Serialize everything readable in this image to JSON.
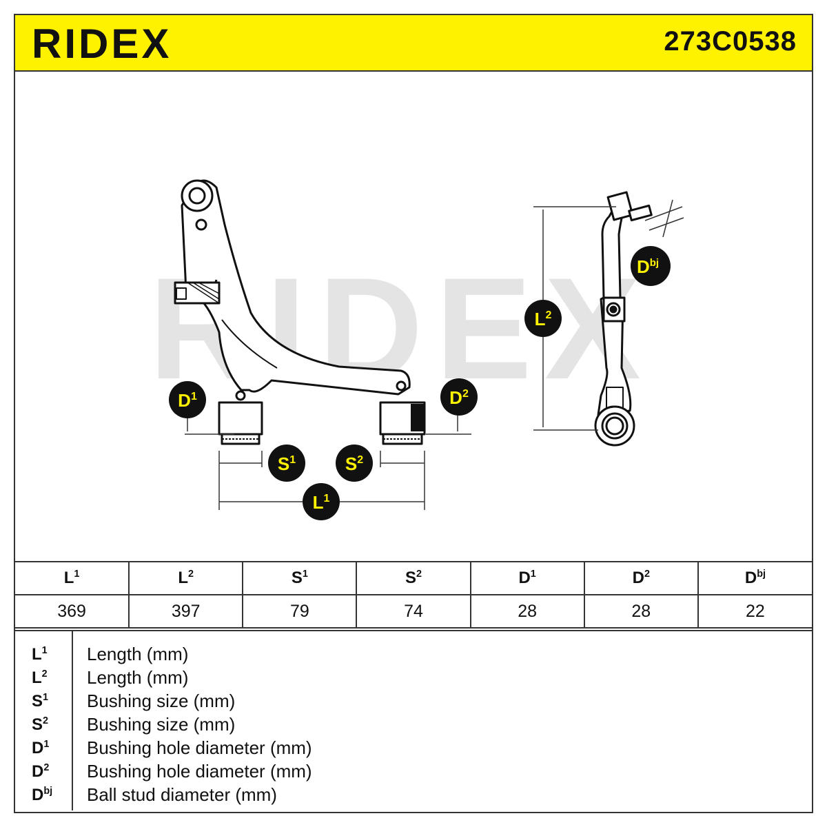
{
  "header": {
    "brand": "RIDEX",
    "part_number": "273C0538",
    "brand_color": "#FFF200"
  },
  "drawing": {
    "watermark": "RIDEX",
    "callouts": {
      "D1": {
        "base": "D",
        "sup": "1"
      },
      "D2": {
        "base": "D",
        "sup": "2"
      },
      "S1": {
        "base": "S",
        "sup": "1"
      },
      "S2": {
        "base": "S",
        "sup": "2"
      },
      "L1": {
        "base": "L",
        "sup": "1"
      },
      "L2": {
        "base": "L",
        "sup": "2"
      },
      "Dbj": {
        "base": "D",
        "sup": "bj"
      }
    }
  },
  "table": {
    "headers": [
      {
        "base": "L",
        "sup": "1"
      },
      {
        "base": "L",
        "sup": "2"
      },
      {
        "base": "S",
        "sup": "1"
      },
      {
        "base": "S",
        "sup": "2"
      },
      {
        "base": "D",
        "sup": "1"
      },
      {
        "base": "D",
        "sup": "2"
      },
      {
        "base": "D",
        "sup": "bj"
      }
    ],
    "values": [
      "369",
      "397",
      "79",
      "74",
      "28",
      "28",
      "22"
    ]
  },
  "legend": [
    {
      "base": "L",
      "sup": "1",
      "desc": "Length (mm)"
    },
    {
      "base": "L",
      "sup": "2",
      "desc": "Length (mm)"
    },
    {
      "base": "S",
      "sup": "1",
      "desc": "Bushing size (mm)"
    },
    {
      "base": "S",
      "sup": "2",
      "desc": "Bushing size (mm)"
    },
    {
      "base": "D",
      "sup": "1",
      "desc": "Bushing hole diameter (mm)"
    },
    {
      "base": "D",
      "sup": "2",
      "desc": "Bushing hole diameter (mm)"
    },
    {
      "base": "D",
      "sup": "bj",
      "desc": "Ball stud diameter (mm)"
    }
  ]
}
